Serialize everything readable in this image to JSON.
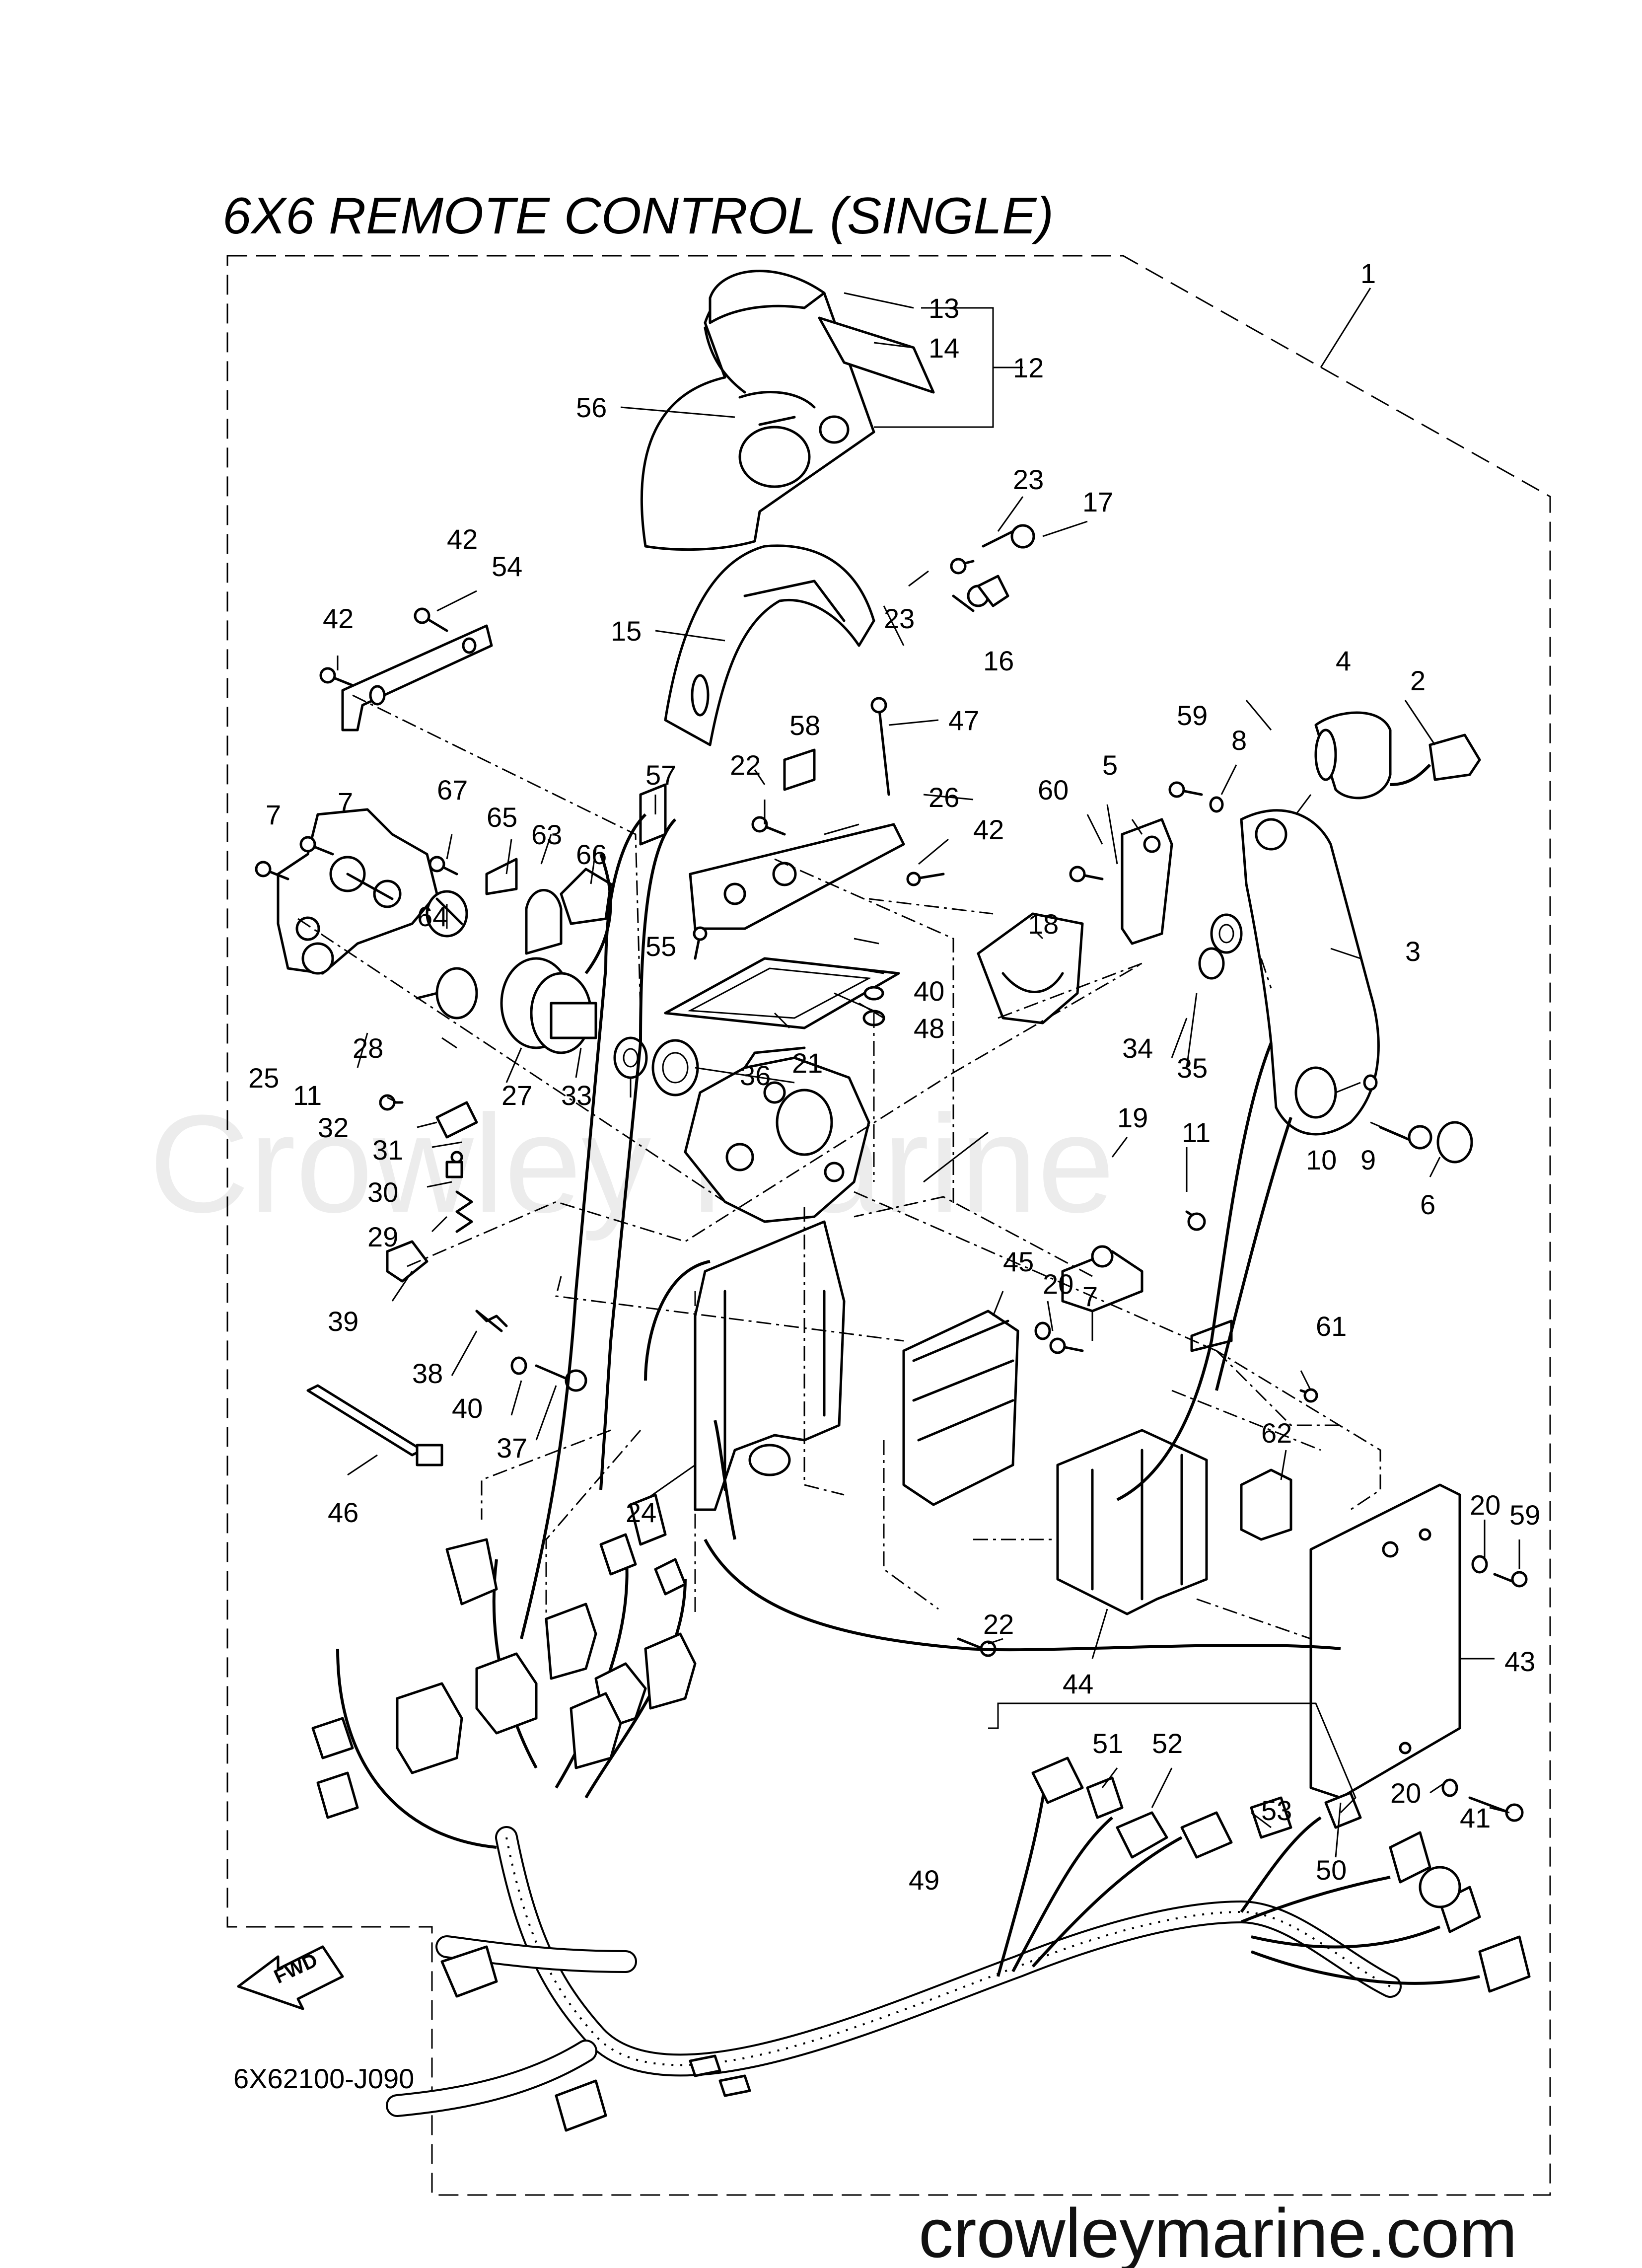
{
  "title": "6X6 REMOTE CONTROL (SINGLE)",
  "diagram_code": "6X62100-J090",
  "direction_label": "FWD",
  "watermark": "Crowley Marine",
  "website": "crowleymarine.com",
  "callouts": [
    "1",
    "2",
    "3",
    "4",
    "5",
    "6",
    "7",
    "8",
    "9",
    "10",
    "11",
    "12",
    "13",
    "14",
    "15",
    "16",
    "17",
    "18",
    "19",
    "20",
    "21",
    "22",
    "23",
    "24",
    "25",
    "26",
    "27",
    "28",
    "29",
    "30",
    "31",
    "32",
    "33",
    "34",
    "35",
    "36",
    "37",
    "38",
    "39",
    "40",
    "41",
    "42",
    "43",
    "44",
    "45",
    "46",
    "47",
    "48",
    "49",
    "50",
    "51",
    "52",
    "53",
    "54",
    "55",
    "56",
    "57",
    "58",
    "59",
    "60",
    "61",
    "62",
    "63",
    "64",
    "65",
    "66",
    "67"
  ]
}
